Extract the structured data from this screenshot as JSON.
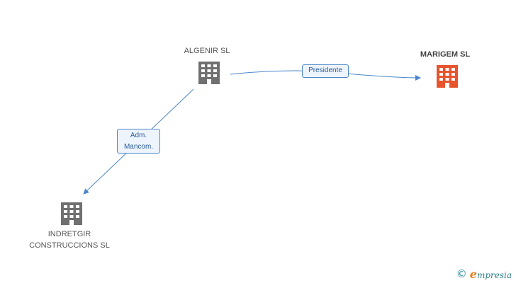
{
  "nodes": {
    "algenir": {
      "name": "ALGENIR  SL",
      "icon": "building-icon",
      "color": "#707070"
    },
    "marigem": {
      "name": "MARIGEM SL",
      "icon": "building-icon",
      "color": "#e8542d"
    },
    "indretgir": {
      "line1": "INDRETGIR",
      "line2": "CONSTRUCCIONS SL",
      "icon": "building-icon",
      "color": "#707070"
    }
  },
  "edges": {
    "presidente": {
      "label": "Presidente"
    },
    "adm": {
      "line1": "Adm.",
      "line2": "Mancom."
    }
  },
  "colors": {
    "edge": "#4a86c8"
  },
  "footer": {
    "copyright": "©",
    "brand_initial": "e",
    "brand_rest": "mpresia"
  }
}
